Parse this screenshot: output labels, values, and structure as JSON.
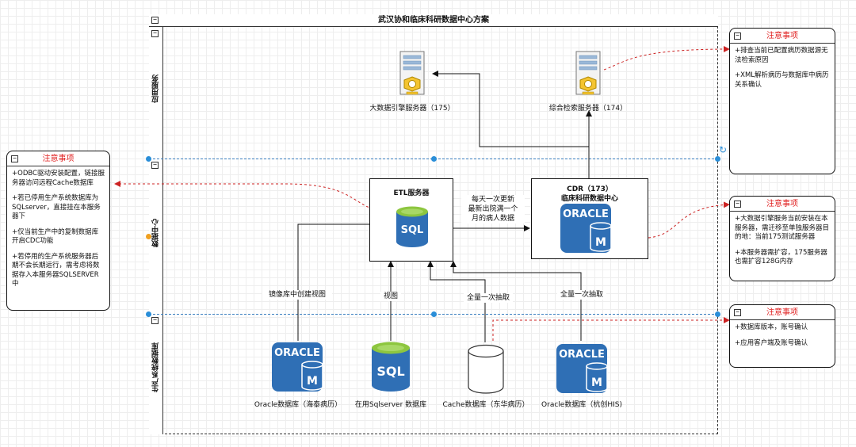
{
  "diagram": {
    "title": "武汉协和临床科研数据中心方案",
    "lanes": [
      {
        "label": "应用服务"
      },
      {
        "label": "数据中心"
      },
      {
        "label": "生产系统数据库"
      }
    ],
    "nodes": {
      "bigdata_server": "大数据引擎服务器（175）",
      "search_server": "综合检索服务器（174）",
      "etl_server": "ETL服务器",
      "cdr_title_line1": "CDR（173）",
      "cdr_title_line2": "临床科研数据中心",
      "oracle_haitai": "Oracle数据库（海泰病历）",
      "sqlserver_live": "在用Sqlserver 数据库",
      "cache_db": "Cache数据库（东华病历）",
      "oracle_his": "Oracle数据库（杭创HIS)"
    },
    "edges": {
      "daily_update_line1": "每天一次更新",
      "daily_update_line2": "最新出院满一个",
      "daily_update_line3": "月的病人数据",
      "mirror_view": "镜像库中创建视图",
      "view": "视图",
      "full_extract_1": "全量一次抽取",
      "full_extract_2": "全量一次抽取"
    },
    "icons": {
      "oracle_text": "ORACLE",
      "oracle_m": "M",
      "sql_text": "SQL"
    },
    "notes": [
      {
        "title": "注意事项",
        "items": [
          "+排查当前已配置病历数据源无法检索原因",
          "+XML解析病历与数据库中病历关系确认"
        ]
      },
      {
        "title": "注意事项",
        "items": [
          "+ODBC驱动安装配置，链接服务器访问远程Cache数据库",
          "+若已停用生产系统数据库为SQLserver，直接挂在本服务器下",
          "+仅当前生产中的复制数据库开启CDC功能",
          "+若停用的生产系统服务器后期不会长期运行，需考虑将数据存入本服务器SQLSERVER中"
        ]
      },
      {
        "title": "注意事项",
        "items": [
          "+大数据引擎服务当前安装在本服务器，需迁移至单独服务器目的地：当前175测试服务器",
          "+本服务器需扩容，175服务器也需扩容128G内存"
        ]
      },
      {
        "title": "注意事项",
        "items": [
          "+数据库版本，账号确认",
          "+应用客户端及账号确认"
        ]
      }
    ],
    "colors": {
      "oracle_blue": "#2f6fb5",
      "sql_blue": "#2f6fb5",
      "sql_green": "#8dc63f",
      "note_title_red": "#e02020",
      "dashed_red": "#cc2222",
      "lane_blue": "#3a7fc0"
    }
  }
}
